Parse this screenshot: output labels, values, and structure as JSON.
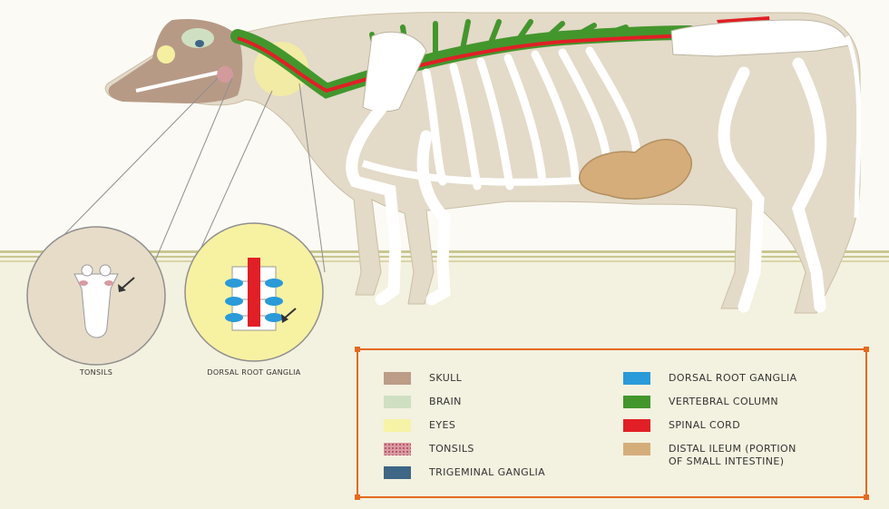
{
  "insets": {
    "tonsils_caption": "TONSILS",
    "drg_caption": "DORSAL ROOT GANGLIA"
  },
  "legend": {
    "items": [
      {
        "label": "SKULL",
        "color": "#bd9c88"
      },
      {
        "label": "BRAIN",
        "color": "#cfe0c2"
      },
      {
        "label": "EYES",
        "color": "#f7f3a6"
      },
      {
        "label": "TONSILS",
        "color": "#d99aa4"
      },
      {
        "label": "TRIGEMINAL GANGLIA",
        "color": "#3f6686"
      },
      {
        "label": "DORSAL ROOT GANGLIA",
        "color": "#2a9ad8"
      },
      {
        "label": "VERTEBRAL COLUMN",
        "color": "#43962c"
      },
      {
        "label": "SPINAL CORD",
        "color": "#e11f26"
      },
      {
        "label": "DISTAL ILEUM (PORTION\nOF SMALL INTESTINE)",
        "color": "#d4ad7a"
      }
    ]
  },
  "colors": {
    "body": "#e3dac8",
    "bone": "#ffffff",
    "ground_line": "#c7c48c",
    "border": "#e46a1f"
  }
}
